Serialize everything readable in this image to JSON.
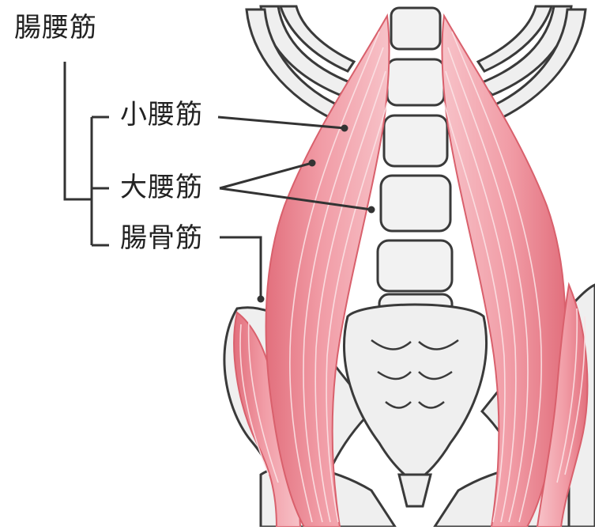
{
  "labels": {
    "group": "腸腰筋",
    "psoas_minor": "小腰筋",
    "psoas_major": "大腰筋",
    "iliacus": "腸骨筋"
  },
  "colors": {
    "muscle_fill": "#ef9aa4",
    "muscle_dark": "#e0707c",
    "muscle_stroke": "#d9606c",
    "muscle_fiber": "#fbe3e6",
    "bone_fill": "#efefef",
    "bone_stroke": "#3a3a3a",
    "leader_line": "#333333",
    "text": "#222222"
  }
}
